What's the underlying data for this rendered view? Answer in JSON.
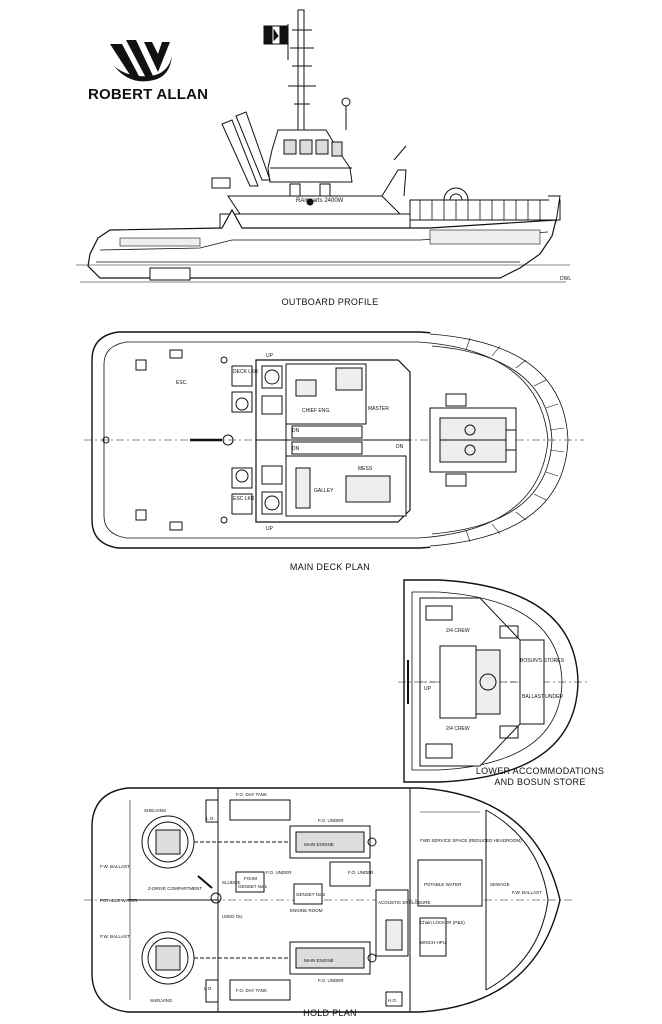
{
  "brand": {
    "name": "ROBERT ALLAN"
  },
  "profile": {
    "caption": "OUTBOARD PROFILE",
    "vessel_name": "RAmparts 2400W",
    "hull_label": "DWL"
  },
  "main_deck": {
    "caption": "MAIN DECK PLAN",
    "labels": {
      "deck_lkr": "DECK LKR",
      "esc": "ESC.",
      "up_top": "UP",
      "chief_eng": "CHIEF ENG.",
      "master": "MASTER",
      "dn1": "DN",
      "dn2": "DN",
      "dn3": "DN",
      "mess": "MESS",
      "galley": "GALLEY",
      "esc_lkr": "ESC LKR",
      "up_bottom": "UP"
    }
  },
  "lower_accom": {
    "caption_line1": "LOWER ACCOMMODATIONS",
    "caption_line2": "AND BOSUN STORE",
    "labels": {
      "crew_top": "2/4 CREW",
      "crew_bottom": "2/4 CREW",
      "bosun": "BOSUN'S STORES",
      "ballast": "BALLAST UNDER",
      "up": "UP"
    }
  },
  "hold": {
    "caption": "HOLD PLAN",
    "labels": {
      "shelving_top": "SHELVING",
      "shelving_bottom": "SHELVING",
      "fo_day_top": "F.O. DAY TANK",
      "fo_day_bottom": "F.O. DAY TANK",
      "lo_top": "L.O.",
      "lo_mid": "L.O.",
      "fo_under_top": "F.O. UNDER",
      "fo_under_bottom": "F.O. UNDER",
      "fo_under_mid1": "F.O. UNDER",
      "fo_under_mid2": "F.O. UNDER",
      "main_engine_top": "MAIN ENGINE",
      "main_engine_bottom": "MAIN ENGINE",
      "fw_ballast_left_top": "F.W. BALLAST",
      "fw_ballast_left_bottom": "F.W. BALLAST",
      "potable_left": "POTABLE WATER",
      "zdrive": "Z-DRIVE COMPARTMENT",
      "sludge": "SLUDGE",
      "foam": "FOAM",
      "genset1": "GENSET No.1",
      "genset2": "GENSET No.2",
      "engine_room": "ENGINE ROOM",
      "used_oil": "USED OIL",
      "acoustic": "ACOUSTIC ENCLOSURE",
      "fwd_service": "FWD SERVICE SPACE (REDUCED HEADROOM)",
      "potable_right": "POTABLE WATER",
      "sewage": "SEWAGE",
      "fw_ballast_right": "F.W. BALLAST",
      "chain_locker": "Chain LOCKER (P&S)",
      "winch_hpu": "WINCH HPU",
      "h_o": "H.O."
    }
  }
}
